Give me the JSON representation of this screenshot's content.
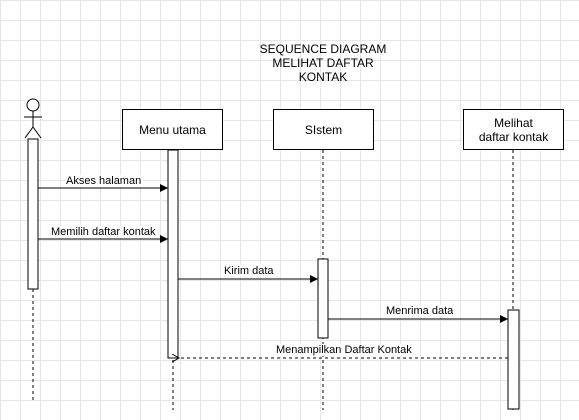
{
  "title": {
    "line1": "SEQUENCE DIAGRAM",
    "line2": "MELIHAT DAFTAR",
    "line3": "KONTAK"
  },
  "lifelines": {
    "menu": "Menu utama",
    "sistem": "SIstem",
    "lihat": "Melihat daftar kontak"
  },
  "messages": {
    "m1": "Akses halaman",
    "m2": "Memilih daftar kontak",
    "m3": "Kirim data",
    "m4": "Menrima data",
    "m5": "Menampilkan Daftar Kontak"
  }
}
